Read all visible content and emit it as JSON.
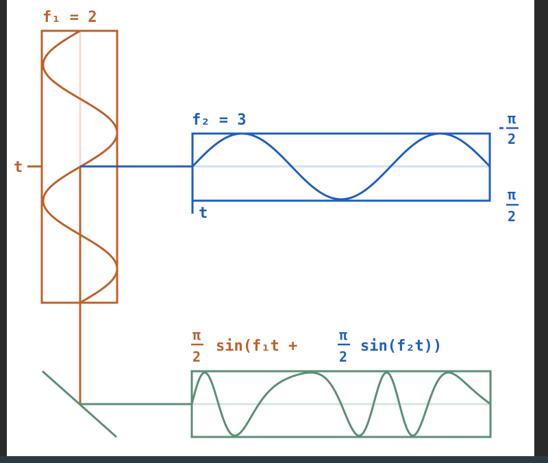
{
  "colors": {
    "orange": "#c0602a",
    "blue": "#1f5fbf",
    "green": "#5b8f76",
    "orange_light": "#f3ddd0",
    "blue_light": "#cfe0f3",
    "green_light": "#d6e6de"
  },
  "wave1": {
    "label": "f₁ = 2",
    "freq": 2,
    "axis_label": "t"
  },
  "wave2": {
    "label": "f₂ = 3",
    "freq": 3,
    "axis_label": "t",
    "top_label": {
      "sign": "-",
      "num": "π",
      "den": "2"
    },
    "bottom_label": {
      "num": "π",
      "den": "2"
    }
  },
  "wave3": {
    "formula": {
      "coef_num": "π",
      "coef_den": "2",
      "part1": "sin(f₁t +",
      "inner_num": "π",
      "inner_den": "2",
      "part2": "sin(f₂t))"
    }
  }
}
